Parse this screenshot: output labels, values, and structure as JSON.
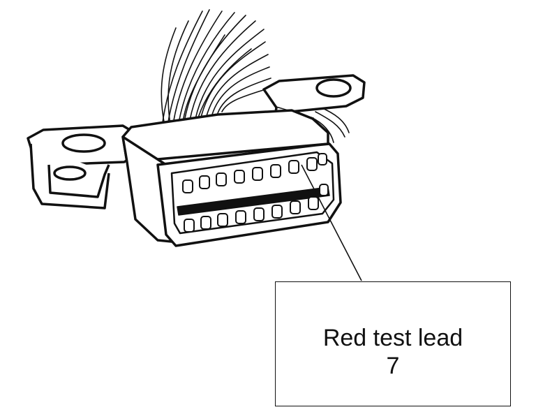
{
  "callout": {
    "label": "Red test lead",
    "pin": "7"
  },
  "diagram": {
    "subject": "connector-with-wire-harness",
    "ink_color": "#111111",
    "background_color": "#ffffff"
  }
}
